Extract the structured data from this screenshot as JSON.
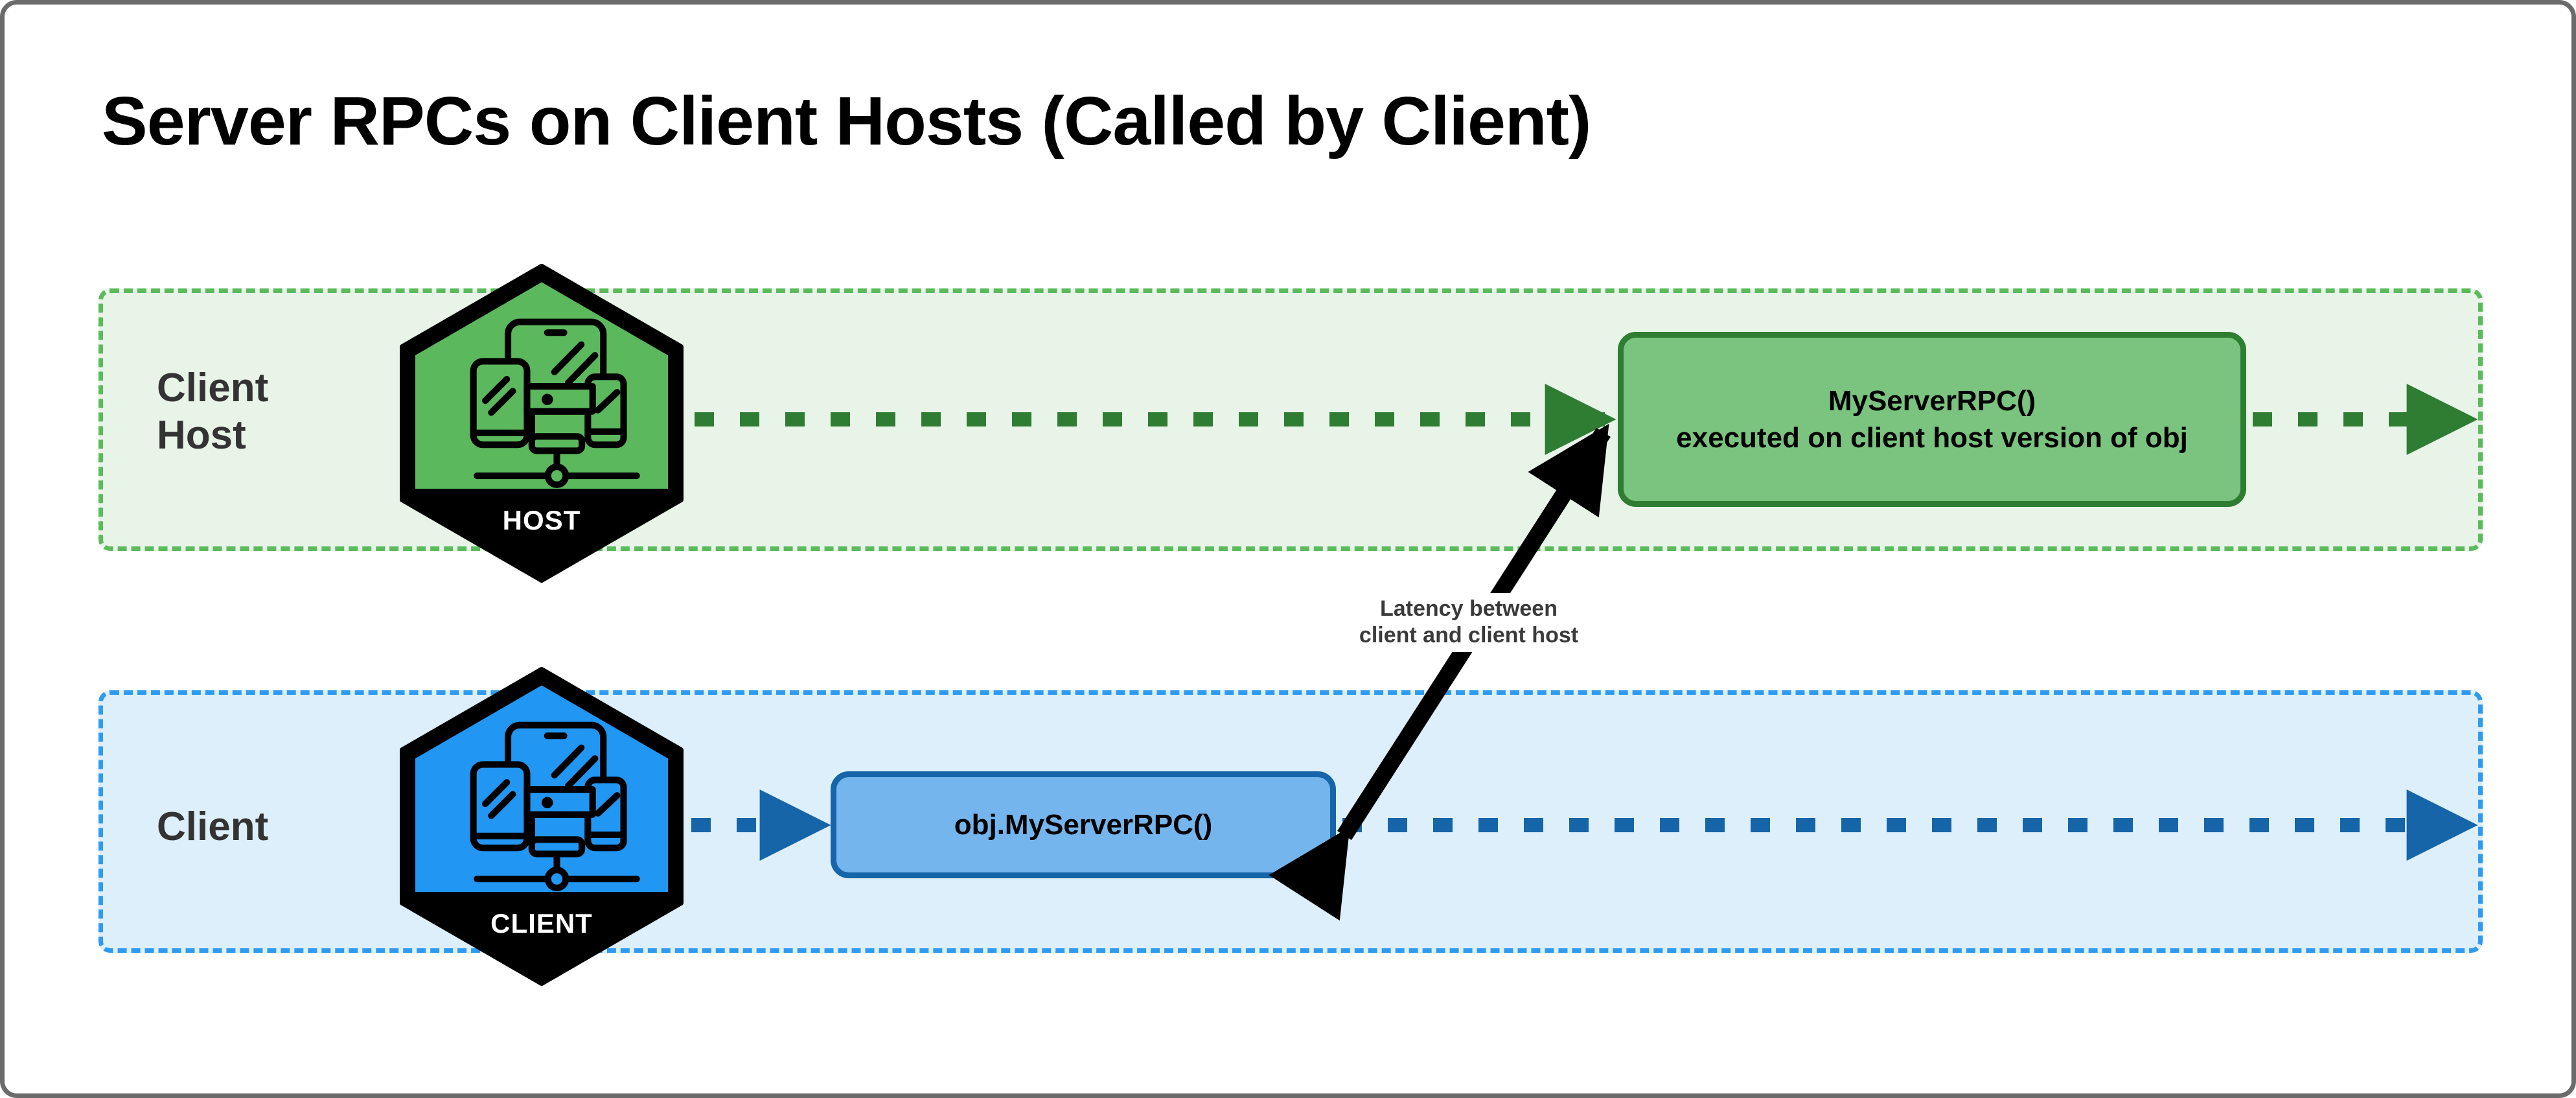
{
  "page": {
    "title": "Server RPCs on Client Hosts (Called by Client)",
    "frame_border_color": "#6b6b6b",
    "background": "#ffffff"
  },
  "lanes": [
    {
      "id": "client-host",
      "label_line1": "Client",
      "label_line2": "Host",
      "fill": "#e9f4e9",
      "border": "#5bba5b",
      "border_style": "dashed"
    },
    {
      "id": "client",
      "label_line1": "Client",
      "label_line2": "",
      "fill": "#ddeffb",
      "border": "#2f9bf0",
      "border_style": "dashed"
    }
  ],
  "badges": [
    {
      "id": "host-badge",
      "icon": "devices-network-icon",
      "label": "HOST",
      "fill": "#5cb85c",
      "outline": "#000000",
      "label_band": "#000000",
      "label_color": "#ffffff"
    },
    {
      "id": "client-badge",
      "icon": "devices-network-icon",
      "label": "CLIENT",
      "fill": "#2196f3",
      "outline": "#000000",
      "label_band": "#000000",
      "label_color": "#ffffff"
    }
  ],
  "boxes": [
    {
      "id": "server-rpc-box",
      "line1": "MyServerRPC()",
      "line2": "executed on client host version of obj",
      "fill": "#7bc47f",
      "border": "#2e7d32"
    },
    {
      "id": "client-call-box",
      "line1": "obj.MyServerRPC()",
      "line2": "",
      "fill": "#74b5ed",
      "border": "#1565a8"
    }
  ],
  "arrows": [
    {
      "id": "host-timeline-arrow-in",
      "style": "dashed",
      "color": "#2e7d32",
      "direction": "right"
    },
    {
      "id": "host-timeline-arrow-out",
      "style": "dashed",
      "color": "#2e7d32",
      "direction": "right"
    },
    {
      "id": "client-timeline-arrow-in",
      "style": "dashed",
      "color": "#1565a8",
      "direction": "right"
    },
    {
      "id": "client-timeline-arrow-out",
      "style": "dashed",
      "color": "#1565a8",
      "direction": "right"
    },
    {
      "id": "latency-arrow",
      "style": "solid",
      "color": "#000000",
      "direction": "both"
    }
  ],
  "annotations": {
    "latency_line1": "Latency between",
    "latency_line2": "client and client host"
  }
}
